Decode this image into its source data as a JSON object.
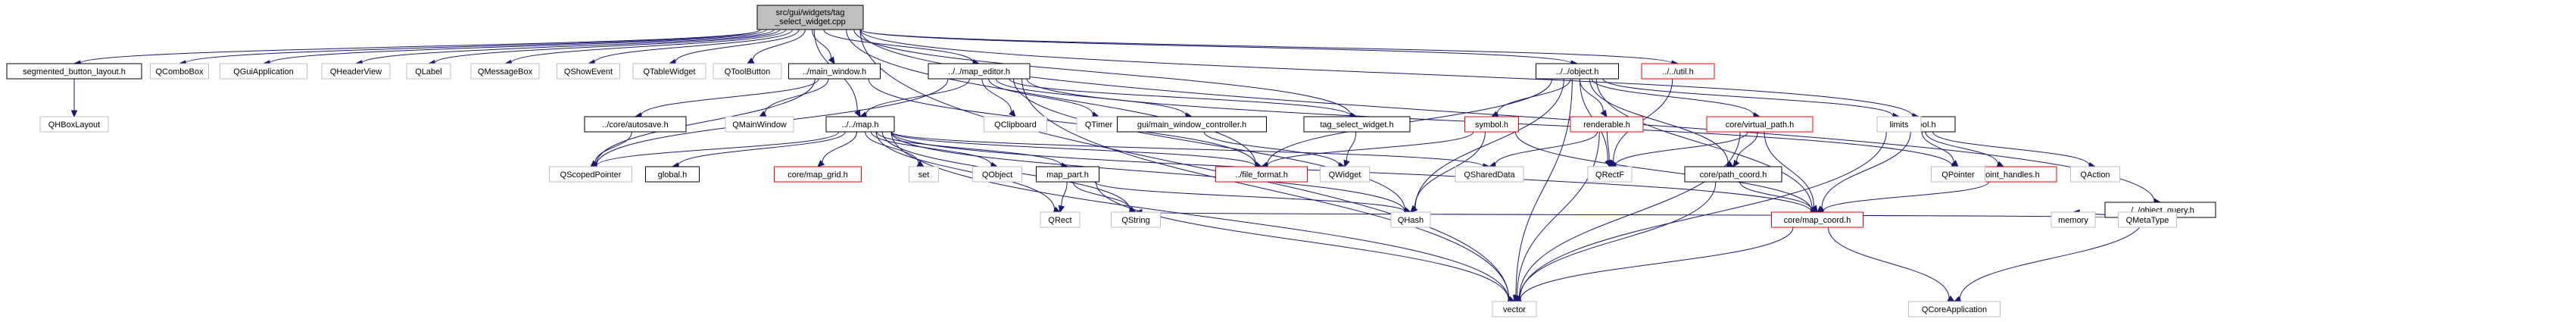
{
  "colors": {
    "edge": "#191970",
    "border_documented": "#000000",
    "border_external": "#bfbfbf",
    "border_truncated": "#ff0000",
    "fill_root": "#bfbfbf",
    "fill_default": "#ffffff",
    "text_documented": "#000000",
    "text_external": "#000000"
  },
  "nodes": [
    {
      "id": "root",
      "lines": [
        "src/gui/widgets/tag",
        "_select_widget.cpp"
      ],
      "kind": "root"
    },
    {
      "id": "seg",
      "lines": [
        "segmented_button_layout.h"
      ],
      "kind": "documented"
    },
    {
      "id": "QComboBox",
      "lines": [
        "QComboBox"
      ],
      "kind": "external"
    },
    {
      "id": "QGuiApplication",
      "lines": [
        "QGuiApplication"
      ],
      "kind": "external"
    },
    {
      "id": "QHeaderView",
      "lines": [
        "QHeaderView"
      ],
      "kind": "external"
    },
    {
      "id": "QLabel",
      "lines": [
        "QLabel"
      ],
      "kind": "external"
    },
    {
      "id": "QMessageBox",
      "lines": [
        "QMessageBox"
      ],
      "kind": "external"
    },
    {
      "id": "QShowEvent",
      "lines": [
        "QShowEvent"
      ],
      "kind": "external"
    },
    {
      "id": "QTableWidget",
      "lines": [
        "QTableWidget"
      ],
      "kind": "external"
    },
    {
      "id": "QToolButton",
      "lines": [
        "QToolButton"
      ],
      "kind": "external"
    },
    {
      "id": "main_window",
      "lines": [
        "../main_window.h"
      ],
      "kind": "documented"
    },
    {
      "id": "map_editor",
      "lines": [
        "../../map_editor.h"
      ],
      "kind": "documented"
    },
    {
      "id": "object",
      "lines": [
        "../../object.h"
      ],
      "kind": "documented"
    },
    {
      "id": "util",
      "lines": [
        "../../util.h"
      ],
      "kind": "truncated"
    },
    {
      "id": "tool",
      "lines": [
        "../../tool.h"
      ],
      "kind": "documented"
    },
    {
      "id": "object_query",
      "lines": [
        "../../object_query.h"
      ],
      "kind": "documented"
    },
    {
      "id": "QHBoxLayout",
      "lines": [
        "QHBoxLayout"
      ],
      "kind": "external"
    },
    {
      "id": "autosave",
      "lines": [
        "../core/autosave.h"
      ],
      "kind": "documented"
    },
    {
      "id": "QMainWindow",
      "lines": [
        "QMainWindow"
      ],
      "kind": "external"
    },
    {
      "id": "map",
      "lines": [
        "../../map.h"
      ],
      "kind": "documented"
    },
    {
      "id": "QClipboard",
      "lines": [
        "QClipboard"
      ],
      "kind": "external"
    },
    {
      "id": "QTimer",
      "lines": [
        "QTimer"
      ],
      "kind": "external"
    },
    {
      "id": "gmwc",
      "lines": [
        "gui/main_window_controller.h"
      ],
      "kind": "documented"
    },
    {
      "id": "tag_select",
      "lines": [
        "tag_select_widget.h"
      ],
      "kind": "documented"
    },
    {
      "id": "symbol",
      "lines": [
        "symbol.h"
      ],
      "kind": "truncated"
    },
    {
      "id": "renderable",
      "lines": [
        "renderable.h"
      ],
      "kind": "truncated"
    },
    {
      "id": "virtual_path",
      "lines": [
        "core/virtual_path.h"
      ],
      "kind": "truncated"
    },
    {
      "id": "limits",
      "lines": [
        "limits"
      ],
      "kind": "external"
    },
    {
      "id": "point_handles",
      "lines": [
        "gui/point_handles.h"
      ],
      "kind": "truncated"
    },
    {
      "id": "QAction",
      "lines": [
        "QAction"
      ],
      "kind": "external"
    },
    {
      "id": "QScopedPointer",
      "lines": [
        "QScopedPointer"
      ],
      "kind": "external"
    },
    {
      "id": "global",
      "lines": [
        "global.h"
      ],
      "kind": "documented"
    },
    {
      "id": "map_grid",
      "lines": [
        "core/map_grid.h"
      ],
      "kind": "truncated"
    },
    {
      "id": "set",
      "lines": [
        "set"
      ],
      "kind": "external"
    },
    {
      "id": "QObject",
      "lines": [
        "QObject"
      ],
      "kind": "external"
    },
    {
      "id": "map_part",
      "lines": [
        "map_part.h"
      ],
      "kind": "documented"
    },
    {
      "id": "file_format",
      "lines": [
        "../file_format.h"
      ],
      "kind": "truncated"
    },
    {
      "id": "QWidget",
      "lines": [
        "QWidget"
      ],
      "kind": "external"
    },
    {
      "id": "QSharedData",
      "lines": [
        "QSharedData"
      ],
      "kind": "external"
    },
    {
      "id": "QRectF",
      "lines": [
        "QRectF"
      ],
      "kind": "external"
    },
    {
      "id": "path_coord",
      "lines": [
        "core/path_coord.h"
      ],
      "kind": "documented"
    },
    {
      "id": "QPointer",
      "lines": [
        "QPointer"
      ],
      "kind": "external"
    },
    {
      "id": "QRect",
      "lines": [
        "QRect"
      ],
      "kind": "external"
    },
    {
      "id": "QString",
      "lines": [
        "QString"
      ],
      "kind": "external"
    },
    {
      "id": "QHash",
      "lines": [
        "QHash"
      ],
      "kind": "external"
    },
    {
      "id": "map_coord",
      "lines": [
        "core/map_coord.h"
      ],
      "kind": "truncated"
    },
    {
      "id": "memory",
      "lines": [
        "memory"
      ],
      "kind": "external"
    },
    {
      "id": "QMetaType",
      "lines": [
        "QMetaType"
      ],
      "kind": "external"
    },
    {
      "id": "vector",
      "lines": [
        "vector"
      ],
      "kind": "external"
    },
    {
      "id": "QCoreApplication",
      "lines": [
        "QCoreApplication"
      ],
      "kind": "external"
    }
  ],
  "edges": [
    [
      "root",
      "seg"
    ],
    [
      "root",
      "QComboBox"
    ],
    [
      "root",
      "QGuiApplication"
    ],
    [
      "root",
      "QHeaderView"
    ],
    [
      "root",
      "QLabel"
    ],
    [
      "root",
      "QMessageBox"
    ],
    [
      "root",
      "QShowEvent"
    ],
    [
      "root",
      "QTableWidget"
    ],
    [
      "root",
      "QToolButton"
    ],
    [
      "root",
      "main_window"
    ],
    [
      "root",
      "map_editor"
    ],
    [
      "root",
      "object"
    ],
    [
      "root",
      "util"
    ],
    [
      "root",
      "tool"
    ],
    [
      "root",
      "object_query"
    ],
    [
      "root",
      "map"
    ],
    [
      "root",
      "tag_select"
    ],
    [
      "root",
      "file_format"
    ],
    [
      "root",
      "vector"
    ],
    [
      "seg",
      "QHBoxLayout"
    ],
    [
      "main_window",
      "autosave"
    ],
    [
      "main_window",
      "QMainWindow"
    ],
    [
      "main_window",
      "QScopedPointer"
    ],
    [
      "main_window",
      "file_format"
    ],
    [
      "autosave",
      "QScopedPointer"
    ],
    [
      "map_editor",
      "map"
    ],
    [
      "map_editor",
      "QClipboard"
    ],
    [
      "map_editor",
      "QTimer"
    ],
    [
      "map_editor",
      "gmwc"
    ],
    [
      "map_editor",
      "tag_select"
    ],
    [
      "map_editor",
      "QScopedPointer"
    ],
    [
      "map_editor",
      "QPointer"
    ],
    [
      "map_editor",
      "vector"
    ],
    [
      "map_editor",
      "QHash"
    ],
    [
      "gmwc",
      "QWidget"
    ],
    [
      "tag_select",
      "QWidget"
    ],
    [
      "object",
      "symbol"
    ],
    [
      "object",
      "renderable"
    ],
    [
      "object",
      "virtual_path"
    ],
    [
      "object",
      "limits"
    ],
    [
      "object",
      "QRectF"
    ],
    [
      "object",
      "path_coord"
    ],
    [
      "object",
      "QHash"
    ],
    [
      "object",
      "vector"
    ],
    [
      "object",
      "map_coord"
    ],
    [
      "object",
      "file_format"
    ],
    [
      "util",
      "QRectF"
    ],
    [
      "symbol",
      "file_format"
    ],
    [
      "symbol",
      "QHash"
    ],
    [
      "symbol",
      "map_coord"
    ],
    [
      "renderable",
      "QSharedData"
    ],
    [
      "renderable",
      "QRectF"
    ],
    [
      "renderable",
      "vector"
    ],
    [
      "virtual_path",
      "QRectF"
    ],
    [
      "virtual_path",
      "path_coord"
    ],
    [
      "virtual_path",
      "map_coord"
    ],
    [
      "virtual_path",
      "vector"
    ],
    [
      "path_coord",
      "map_coord"
    ],
    [
      "path_coord",
      "vector"
    ],
    [
      "tool",
      "QPointer"
    ],
    [
      "tool",
      "point_handles"
    ],
    [
      "tool",
      "QAction"
    ],
    [
      "tool",
      "map_coord"
    ],
    [
      "tool",
      "vector"
    ],
    [
      "point_handles",
      "map_coord"
    ],
    [
      "object_query",
      "memory"
    ],
    [
      "object_query",
      "QMetaType"
    ],
    [
      "object_query",
      "QString"
    ],
    [
      "object_query",
      "QCoreApplication"
    ],
    [
      "map",
      "QScopedPointer"
    ],
    [
      "map",
      "global"
    ],
    [
      "map",
      "map_grid"
    ],
    [
      "map",
      "set"
    ],
    [
      "map",
      "QObject"
    ],
    [
      "map",
      "map_part"
    ],
    [
      "map",
      "file_format"
    ],
    [
      "map",
      "QSharedData"
    ],
    [
      "map",
      "QRect"
    ],
    [
      "map",
      "QString"
    ],
    [
      "map",
      "QHash"
    ],
    [
      "map",
      "map_coord"
    ],
    [
      "map",
      "vector"
    ],
    [
      "map_part",
      "QRect"
    ],
    [
      "map_part",
      "QString"
    ],
    [
      "map_part",
      "QHash"
    ],
    [
      "map_part",
      "vector"
    ],
    [
      "map_coord",
      "vector"
    ],
    [
      "map_coord",
      "QCoreApplication"
    ]
  ]
}
